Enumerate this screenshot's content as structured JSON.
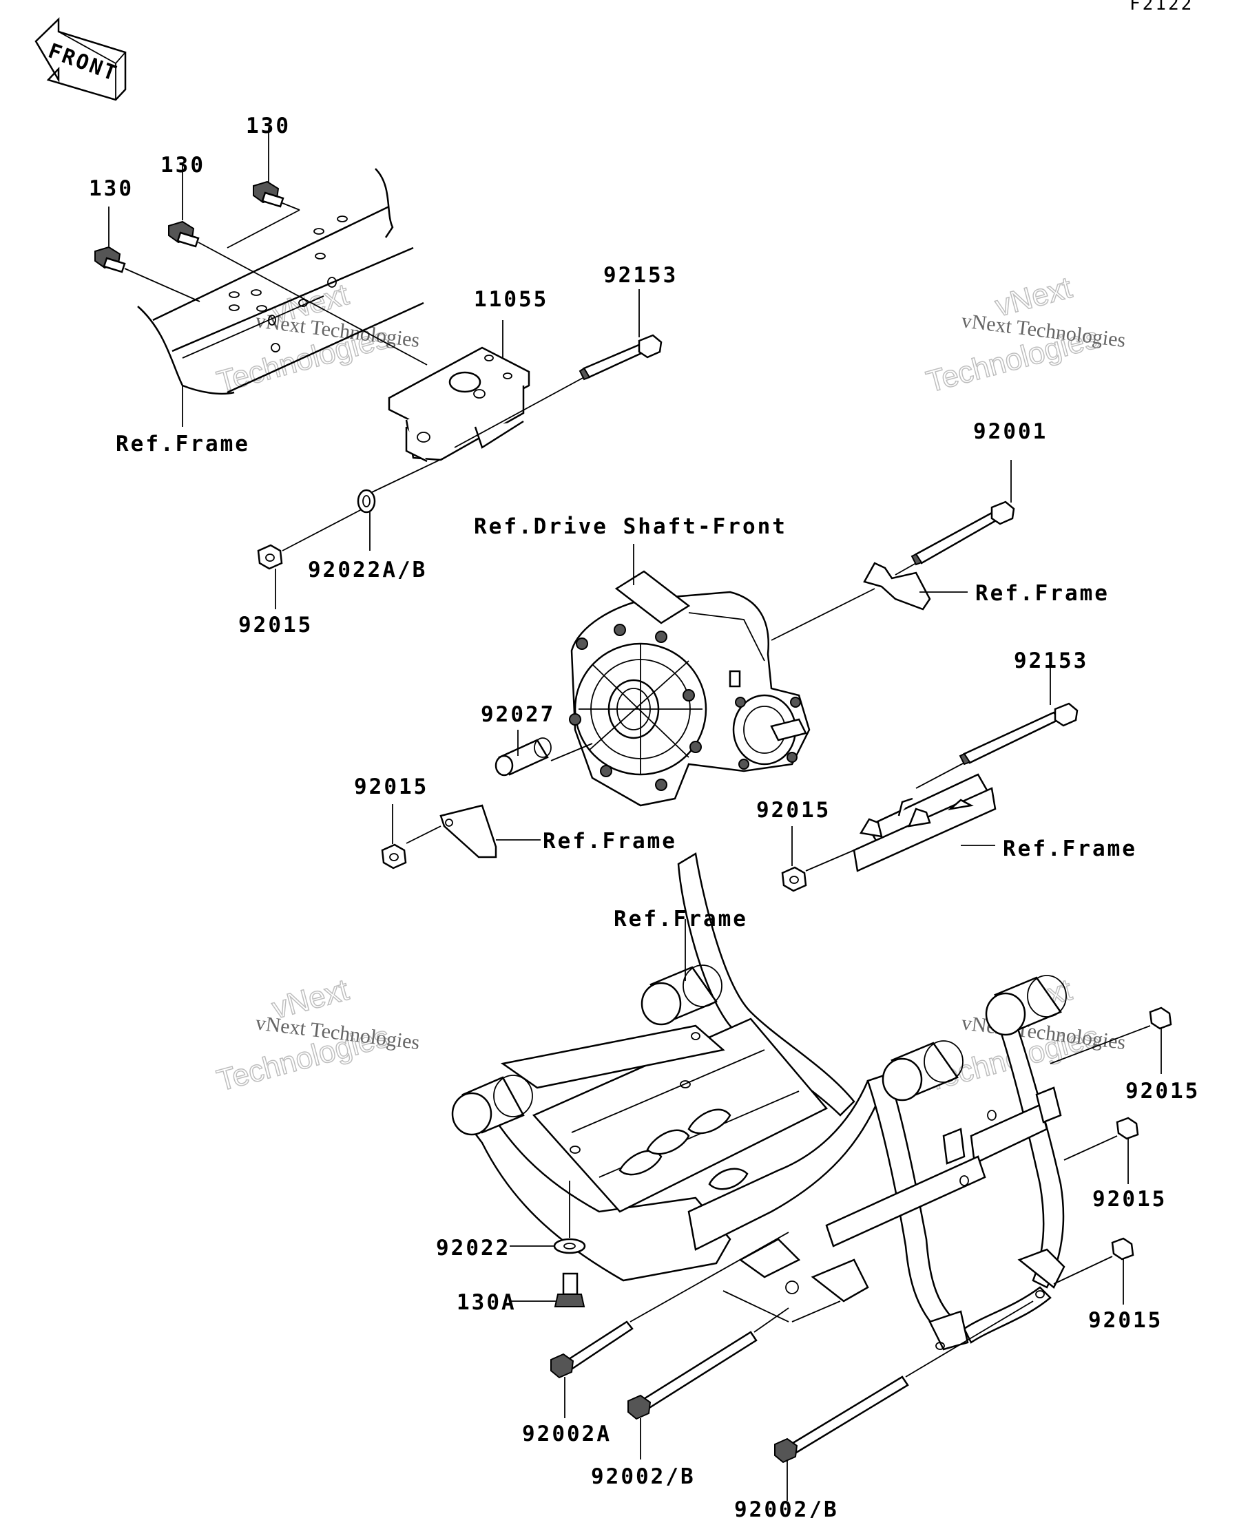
{
  "figure_code": "F2122",
  "front_arrow_label": "FRONT",
  "watermark": {
    "line1": "vNext",
    "line2": "Technologies",
    "caption": "vNext Technologies"
  },
  "labels": {
    "bolt_130_a": "130",
    "bolt_130_b": "130",
    "bolt_130_c": "130",
    "ref_frame_top": "Ref.Frame",
    "bracket_11055": "11055",
    "bolt_92153_top": "92153",
    "washer_92022ab": "92022A/B",
    "nut_92015_top": "92015",
    "ref_drive_shaft": "Ref.Drive Shaft-Front",
    "bolt_92001": "92001",
    "ref_frame_right": "Ref.Frame",
    "bolt_92153_mid": "92153",
    "collar_92027": "92027",
    "nut_92015_left": "92015",
    "ref_frame_left": "Ref.Frame",
    "nut_92015_mid": "92015",
    "ref_frame_bracket": "Ref.Frame",
    "ref_frame_lower": "Ref.Frame",
    "nut_92015_r1": "92015",
    "nut_92015_r2": "92015",
    "nut_92015_r3": "92015",
    "washer_92022": "92022",
    "bolt_130A": "130A",
    "bolt_92002A": "92002A",
    "bolt_92002B_a": "92002/B",
    "bolt_92002B_b": "92002/B"
  }
}
